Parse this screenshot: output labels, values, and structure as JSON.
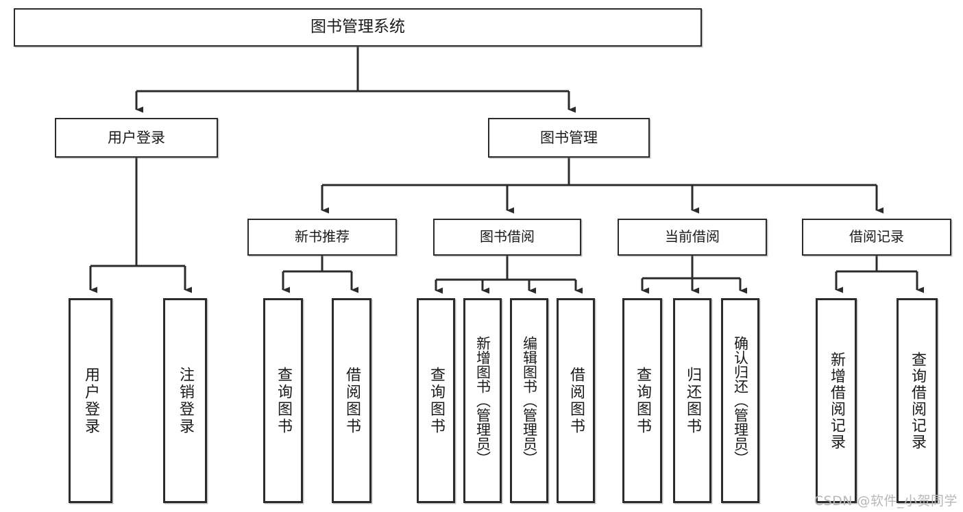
{
  "diagram": {
    "type": "tree-hierarchy",
    "title": "图书管理系统",
    "root": {
      "label": "图书管理系统"
    },
    "level2": [
      {
        "id": "user-login",
        "label": "用户登录"
      },
      {
        "id": "book-manage",
        "label": "图书管理"
      }
    ],
    "level3": [
      {
        "id": "new-book-rec",
        "label": "新书推荐",
        "parent": "book-manage"
      },
      {
        "id": "book-borrow",
        "label": "图书借阅",
        "parent": "book-manage"
      },
      {
        "id": "current-loan",
        "label": "当前借阅",
        "parent": "book-manage"
      },
      {
        "id": "loan-record",
        "label": "借阅记录",
        "parent": "book-manage"
      }
    ],
    "leaves": {
      "user-login": [
        {
          "id": "user-login-do",
          "label": "用户登录"
        },
        {
          "id": "user-logout",
          "label": "注销登录"
        }
      ],
      "new-book-rec": [
        {
          "id": "nbr-query",
          "label": "查询图书"
        },
        {
          "id": "nbr-borrow",
          "label": "借阅图书"
        }
      ],
      "book-borrow": [
        {
          "id": "bb-query",
          "label": "查询图书"
        },
        {
          "id": "bb-add",
          "label": "新增图书（管理员）"
        },
        {
          "id": "bb-edit",
          "label": "编辑图书（管理员）"
        },
        {
          "id": "bb-borrow",
          "label": "借阅图书"
        }
      ],
      "current-loan": [
        {
          "id": "cl-query",
          "label": "查询图书"
        },
        {
          "id": "cl-return",
          "label": "归还图书"
        },
        {
          "id": "cl-confirm",
          "label": "确认归还（管理员）"
        }
      ],
      "loan-record": [
        {
          "id": "lr-add",
          "label": "新增借阅记录"
        },
        {
          "id": "lr-query",
          "label": "查询借阅记录"
        }
      ]
    },
    "colors": {
      "background": "#ffffff",
      "box_fill": "#ffffff",
      "box_border": "#2b2b2b",
      "connector": "#2b2b2b",
      "text": "#1a1a1a",
      "watermark": "#b8b8b8"
    }
  },
  "watermark": {
    "text": "CSDN @软件_小贺同学"
  }
}
